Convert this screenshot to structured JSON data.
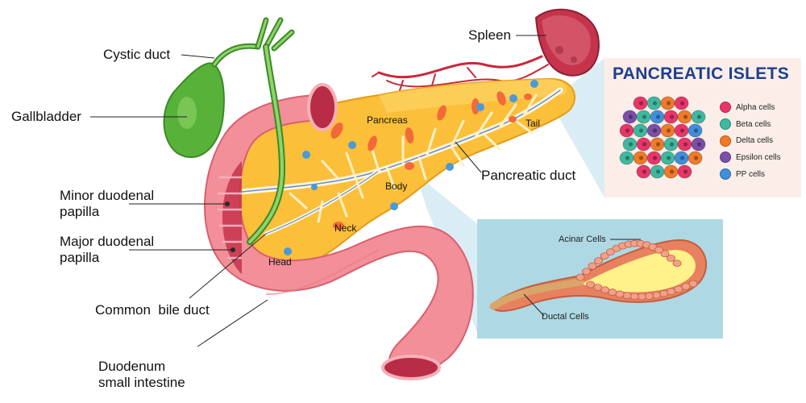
{
  "labels": {
    "cystic_duct": "Cystic duct",
    "gallbladder": "Gallbladder",
    "minor_papilla": [
      "Minor duodenal",
      "papilla"
    ],
    "major_papilla": [
      "Major duodenal",
      "papilla"
    ],
    "common_bile_duct": "Common  bile duct",
    "duodenum": [
      "Duodenum",
      "small intestine"
    ],
    "spleen": "Spleen",
    "pancreas": "Pancreas",
    "tail": "Tail",
    "body": "Body",
    "neck": "Neck",
    "head": "Head",
    "pancreatic_duct": "Pancreatic duct",
    "acinar_cells": "Acinar Cells",
    "ductal_cells": "Ductal Cells"
  },
  "islets": {
    "title": "PANCREATIC ISLETS",
    "legend": [
      {
        "name": "Alpha cells",
        "color": "#e8356a"
      },
      {
        "name": "Beta cells",
        "color": "#3fb8a0"
      },
      {
        "name": "Delta cells",
        "color": "#f07a28"
      },
      {
        "name": "Epsilon cells",
        "color": "#7b4ea8"
      },
      {
        "name": "PP cells",
        "color": "#3f8fdc"
      }
    ]
  },
  "colors": {
    "pancreas": "#fbbf3a",
    "duodenum": "#f28f98",
    "gallbladder": "#58b23a",
    "spleen": "#c5344b",
    "islet_panel": "#fbeee8",
    "acinar_panel": "#aed8e4"
  }
}
